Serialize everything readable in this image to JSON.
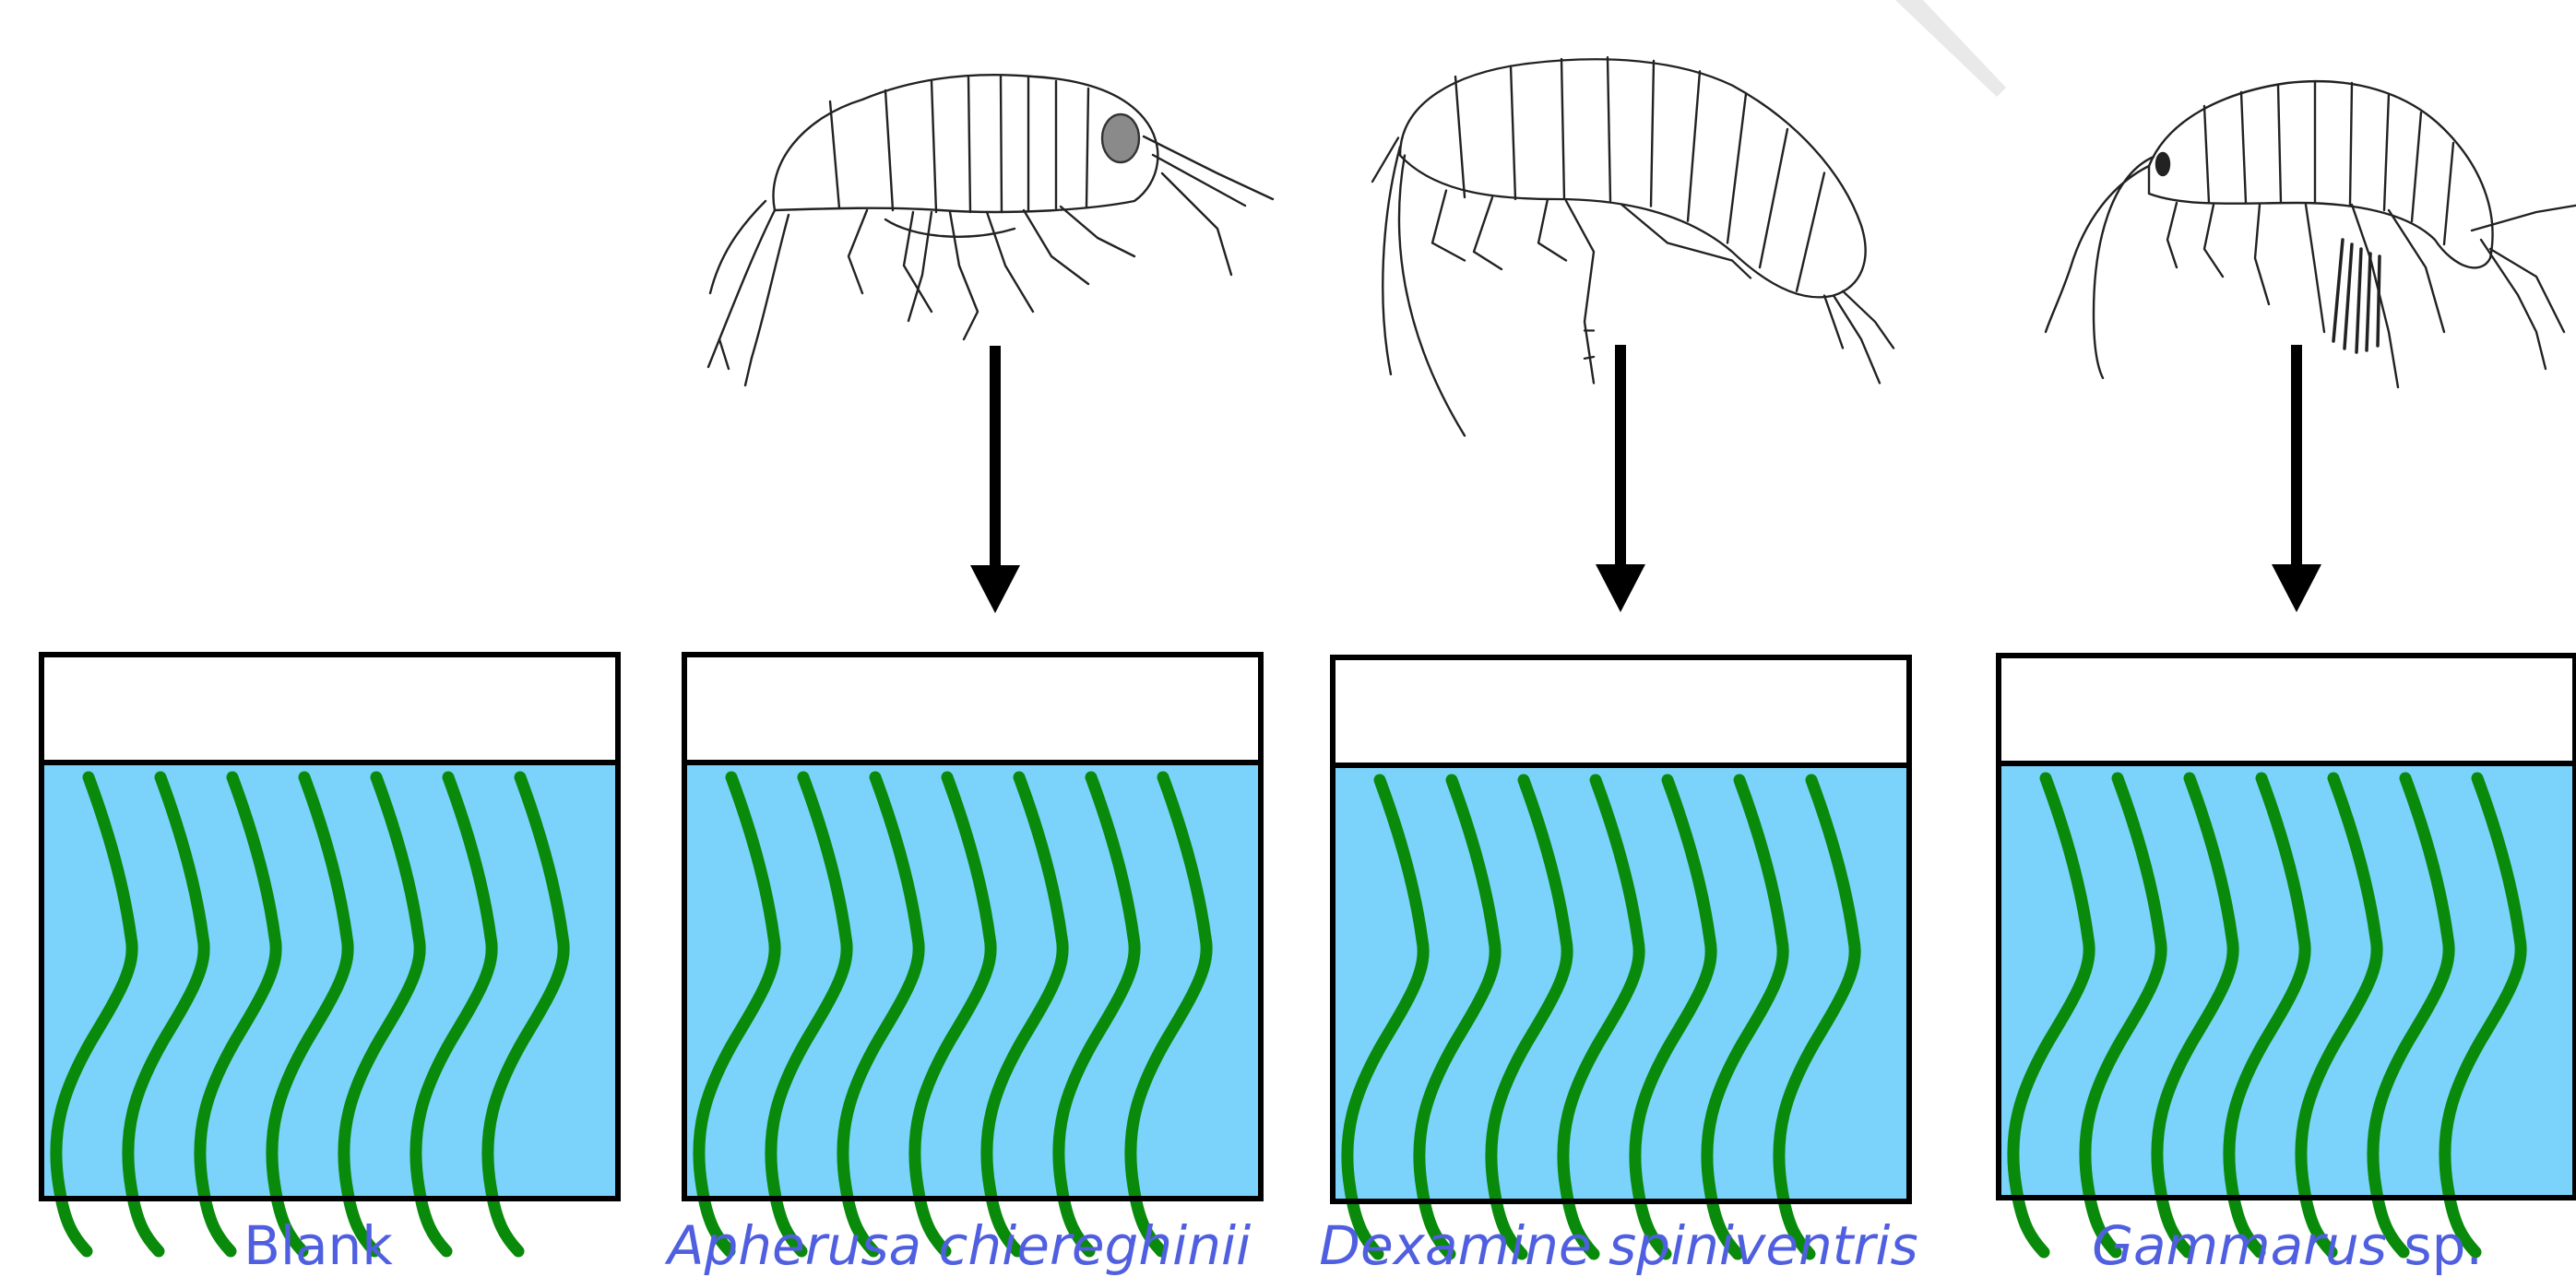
{
  "colors": {
    "water": "#7BD3FB",
    "seaweed": "#0A8A0A",
    "label": "#4F5FE0",
    "outline": "#000000",
    "arrow": "#000000"
  },
  "tanks": [
    {
      "label": "Blank",
      "label_suffix": "",
      "has_amphipod": false,
      "amphipod_icon": ""
    },
    {
      "label": "Apherusa chiereghinii",
      "label_suffix": "",
      "has_amphipod": true,
      "amphipod_icon": "amphipod-apherusa-illustration"
    },
    {
      "label": "Dexamine spiniventris",
      "label_suffix": "",
      "has_amphipod": true,
      "amphipod_icon": "amphipod-dexamine-illustration"
    },
    {
      "label": "Gammarus",
      "label_suffix": " sp.",
      "has_amphipod": true,
      "amphipod_icon": "amphipod-gammarus-illustration"
    }
  ]
}
